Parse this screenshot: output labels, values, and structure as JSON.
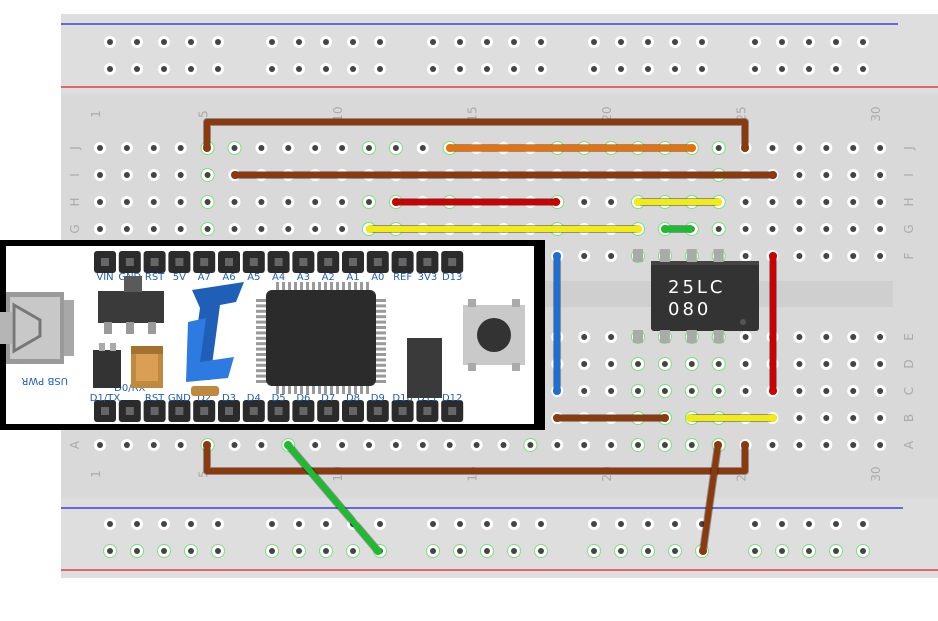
{
  "breadboard": {
    "column_labels": [
      "1",
      "5",
      "10",
      "15",
      "20",
      "25",
      "30"
    ],
    "row_labels_top": [
      "J",
      "I",
      "H",
      "G",
      "F"
    ],
    "row_labels_bottom": [
      "E",
      "D",
      "C",
      "B",
      "A"
    ]
  },
  "mcu_board": {
    "top_pin_labels": [
      "VIN",
      "GND",
      "RST",
      "5V",
      "A7",
      "A6",
      "A5",
      "A4",
      "A3",
      "A2",
      "A1",
      "A0",
      "REF",
      "3V3",
      "D13"
    ],
    "bottom_pin_labels": [
      "D1/TX",
      "D0/RX",
      "RST",
      "GND",
      "D2",
      "D3",
      "D4",
      "D5",
      "D6",
      "D7",
      "D8",
      "D9",
      "D10",
      "D11",
      "D12"
    ],
    "usb_label": "USB PWR"
  },
  "eeprom_chip": {
    "line1": "25LC",
    "line2": "080"
  },
  "colors": {
    "brown": "#8b3a0e",
    "orange": "#e8710a",
    "red": "#cc0000",
    "yellow": "#f2ec12",
    "green": "#1dbb2f",
    "blue": "#1f6fd1",
    "rail_blue": "#2222dd",
    "rail_red": "#dd2222"
  }
}
